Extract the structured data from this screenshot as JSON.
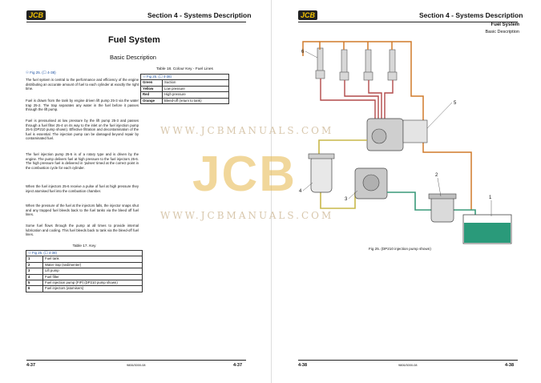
{
  "left": {
    "logo": "JCB",
    "header_title": "Section 4 - Systems Description",
    "heading": "Fuel System",
    "subheading": "Basic Description",
    "fig_ref": "☉ Fig 25. (☐ 4-38)",
    "paragraphs": [
      "The fuel system is central to the performance and efficiency of the engine distributing an accurate amount of fuel to each cylinder at exactly the right time.",
      "Fuel is drawn from the tank by engine driven lift pump 25-3 via the water trap 25-2. The trap separates any water in the fuel before it passes through the lift pump.",
      "Fuel is pressurised at low pressure by the lift pump 25-3 and passes through a fuel filter 25-4 on its way to the inlet on the fuel injection pump 25-5 (DP210 pump shown). Effective filtration and decontamination of the fuel is essential. The injection pump can be damaged beyond repair by contaminated fuel.",
      "The fuel injection pump 25-5 is of a rotary type and is driven by the engine. The pump delivers fuel at high pressure to the fuel injectors 25-6. The high pressure fuel is delivered in 'pulses' timed at the correct point in the combustion cycle for each cylinder.",
      "When the fuel injectors 25-6 receive a pulse of fuel at high pressure they inject atomised fuel into the combustion chamber.",
      "When the pressure of the fuel at the injectors falls, the injector snaps shut and any trapped fuel bleeds back to the fuel tanks via the bleed off fuel lines.",
      "Some fuel flows through the pump at all times to provide internal lubrication and cooling. This fuel bleeds back to tank via the bleed-off fuel lines."
    ],
    "table17": {
      "caption": "Table 17. Key",
      "fig_ref": "☉ Fig 25. (☐ 4-38)",
      "rows": [
        [
          "1",
          "Fuel tank"
        ],
        [
          "2",
          "Water trap (sedimenter)"
        ],
        [
          "3",
          "Lift pump"
        ],
        [
          "4",
          "Fuel filter"
        ],
        [
          "5",
          "Fuel injection pump (FIP) (DP210 pump shown)"
        ],
        [
          "6",
          "Fuel injectors (atomisers)"
        ]
      ]
    },
    "table18": {
      "caption": "Table 18. Colour Key - Fuel Lines",
      "fig_ref": "☉ Fig 25. (☐ 4-38)",
      "rows": [
        [
          "Green",
          "Suction"
        ],
        [
          "Yellow",
          "Low pressure"
        ],
        [
          "Red",
          "High pressure"
        ],
        [
          "Orange",
          "Bleed-off (return to tank)"
        ]
      ]
    },
    "footer_left": "4-37",
    "footer_mid": "9806/3000-08",
    "footer_right": "4-37"
  },
  "right": {
    "logo": "JCB",
    "header_title": "Section 4 - Systems Description",
    "header_sub1": "Fuel System",
    "header_sub2": "Basic Description",
    "figure_caption": "Fig 25. (DP210 injection pump shown)",
    "callouts": [
      "1",
      "2",
      "3",
      "4",
      "5",
      "6"
    ],
    "footer_left": "4-38",
    "footer_mid": "9806/3000-08",
    "footer_right": "4-38"
  },
  "watermark": {
    "text": "WWW.JCBMANUALS.COM",
    "brand": "JCB"
  },
  "colors": {
    "suction": "#3a9a7a",
    "low_pressure": "#c8b84a",
    "high_pressure": "#b24a4a",
    "bleed_off": "#d07a2a",
    "tank_fluid": "#2a9a7a"
  }
}
